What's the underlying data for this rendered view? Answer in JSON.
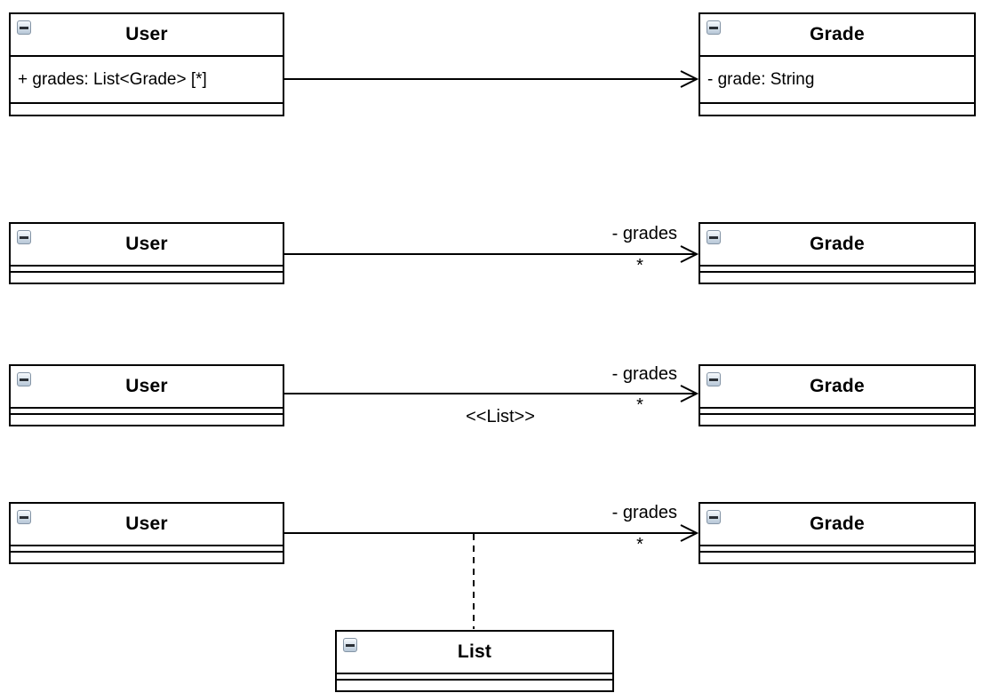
{
  "diagram": {
    "kind": "uml-class-diagram",
    "background": "#ffffff",
    "line_color": "#000000"
  },
  "rows": [
    {
      "source": {
        "name": "User",
        "attributes": [
          "+ grades: List<Grade> [*]"
        ]
      },
      "target": {
        "name": "Grade",
        "attributes": [
          "- grade: String"
        ]
      },
      "edge": {
        "type": "directed-association"
      }
    },
    {
      "source": {
        "name": "User",
        "attributes": []
      },
      "target": {
        "name": "Grade",
        "attributes": []
      },
      "edge": {
        "type": "directed-association",
        "role_label": "- grades",
        "multiplicity": "*"
      }
    },
    {
      "source": {
        "name": "User",
        "attributes": []
      },
      "target": {
        "name": "Grade",
        "attributes": []
      },
      "edge": {
        "type": "directed-association",
        "role_label": "- grades",
        "multiplicity": "*",
        "stereotype": "<<List>>"
      }
    },
    {
      "source": {
        "name": "User",
        "attributes": []
      },
      "target": {
        "name": "Grade",
        "attributes": []
      },
      "edge": {
        "type": "directed-association",
        "role_label": "- grades",
        "multiplicity": "*"
      },
      "attached": {
        "name": "List",
        "connector": "dashed-anchor"
      }
    }
  ]
}
